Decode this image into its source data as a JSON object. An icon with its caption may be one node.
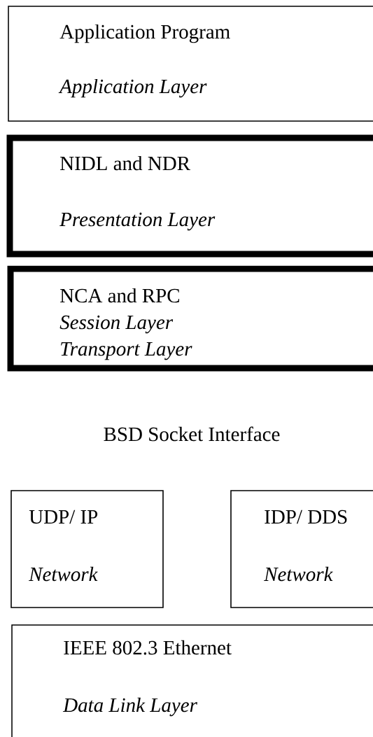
{
  "diagram": {
    "nodes": [
      {
        "text": [
          "Application Program",
          "Application Layer"
        ]
      },
      {
        "text": [
          "NIDL and NDR",
          "Presentation Layer"
        ]
      },
      {
        "text": [
          "NCA and RPC",
          "Session Layer",
          "Transport  Layer"
        ]
      },
      {
        "text": [
          "UDP/ IP",
          "Network"
        ]
      },
      {
        "text": [
          "IDP/ DDS",
          "Network"
        ]
      },
      {
        "text": [
          "IEEE 802.3 Ethernet",
          "Data Link Layer"
        ]
      }
    ],
    "labels": [
      "BSD Socket Interface"
    ]
  }
}
